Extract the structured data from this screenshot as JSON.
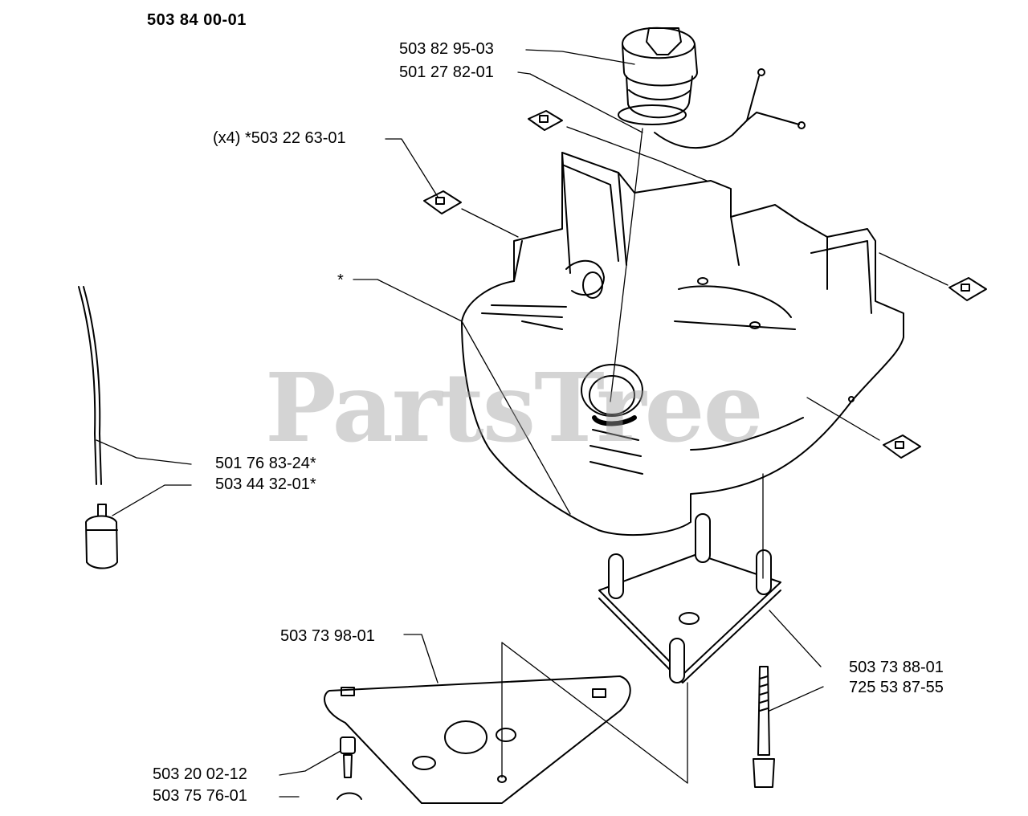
{
  "diagram": {
    "title": "503 84 00-01",
    "watermark": "PartsTree",
    "callouts": {
      "c1": "503 82 95-03",
      "c2": "501 27 82-01",
      "c3": "(x4) *503 22 63-01",
      "c4": "*",
      "c5": "501 76 83-24*",
      "c6": "503 44 32-01*",
      "c7": "503 73 98-01",
      "c8": "503 73 88-01",
      "c9": "725 53 87-55",
      "c10": "503 20 02-12",
      "c11": "503 75 76-01"
    }
  }
}
